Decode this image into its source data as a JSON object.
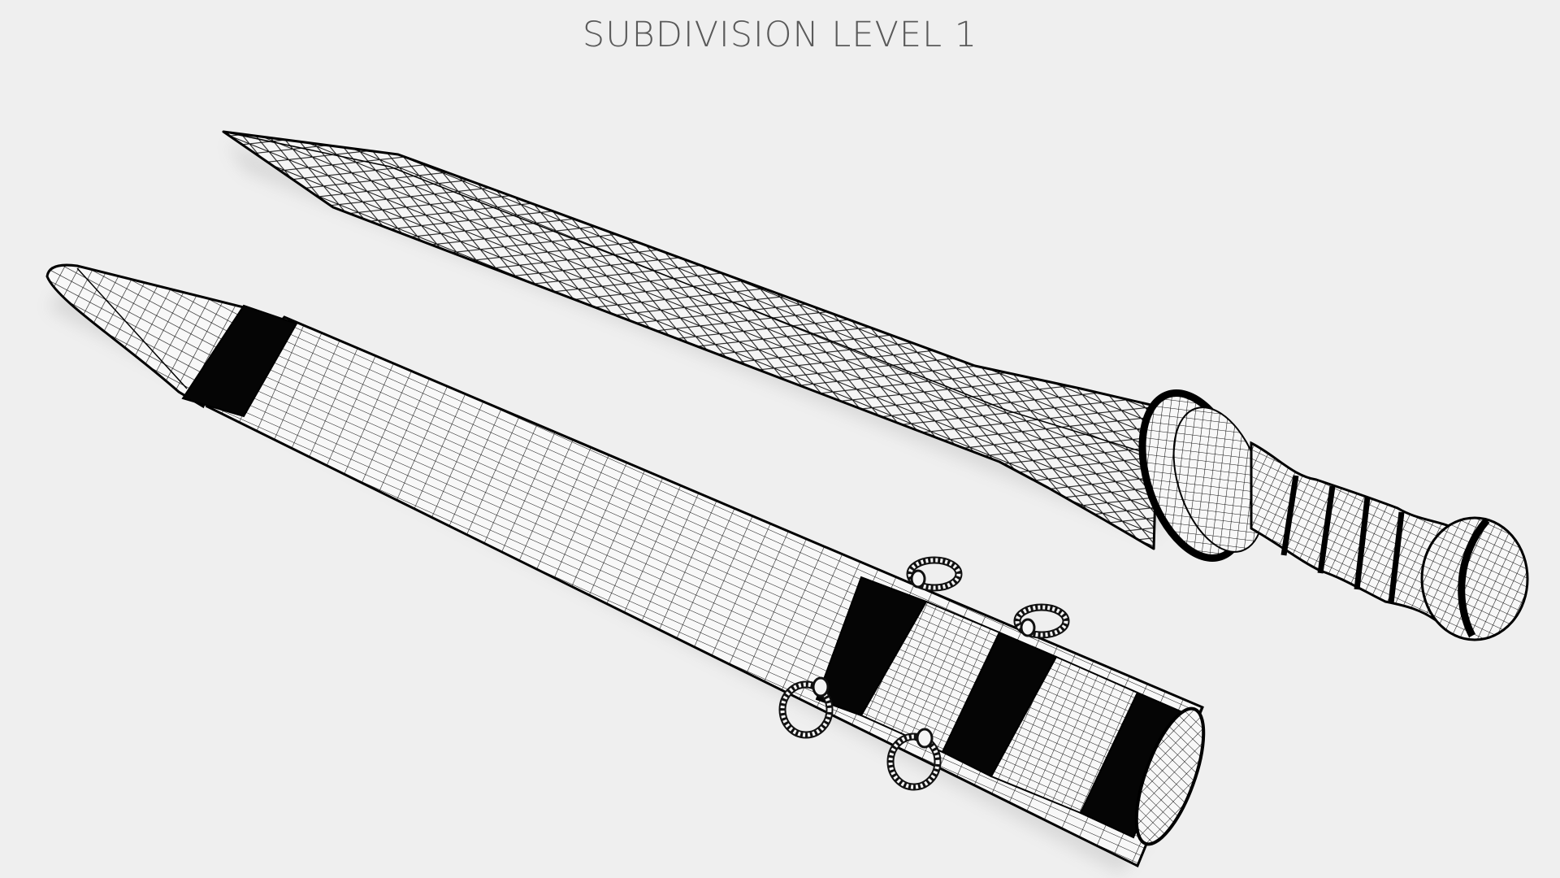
{
  "title": "SUBDIVISION LEVEL 1",
  "scene": {
    "background_color": "#efefef",
    "wire_color": "#000000",
    "surface_color": "#f7f7f7",
    "objects": [
      {
        "name": "gladius-sword",
        "parts": [
          "blade",
          "guard",
          "grip",
          "pommel"
        ]
      },
      {
        "name": "scabbard",
        "parts": [
          "chape-tip",
          "tip-band",
          "body",
          "band-1",
          "band-2",
          "mouth-band",
          "suspension-rings"
        ]
      }
    ],
    "ring_count": 4
  }
}
